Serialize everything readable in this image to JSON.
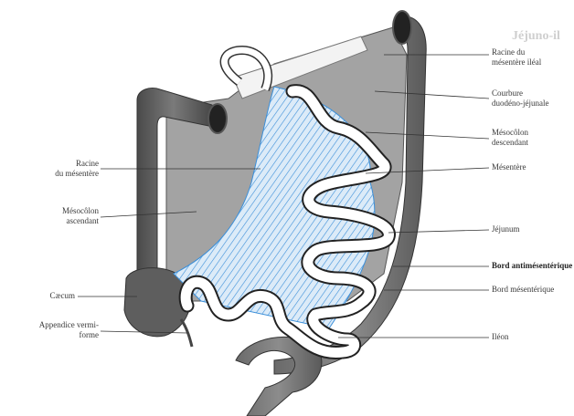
{
  "title_fragment": "Jéjuno-il",
  "labels_right": [
    {
      "key": "racine_top",
      "lines": [
        "Racine du",
        "mésentère iléal"
      ]
    },
    {
      "key": "courbure",
      "lines": [
        "Courbure",
        "duodéno-jéjunale"
      ]
    },
    {
      "key": "meso_desc",
      "lines": [
        "Mésocôlon",
        "descendant"
      ]
    },
    {
      "key": "mesentere",
      "lines": [
        "Mésentère"
      ]
    },
    {
      "key": "jejunum",
      "lines": [
        "Jéjunum"
      ]
    },
    {
      "key": "bord_anti",
      "lines": [
        "Bord antimésentérique"
      ]
    },
    {
      "key": "bord_mes",
      "lines": [
        "Bord mésentérique"
      ]
    },
    {
      "key": "ileon",
      "lines": [
        "Iléon"
      ]
    }
  ],
  "labels_left": [
    {
      "key": "racine_mes",
      "lines": [
        "Racine",
        "du mésentère"
      ]
    },
    {
      "key": "meso_asc",
      "lines": [
        "Mésocôlon",
        "ascendant"
      ]
    },
    {
      "key": "caecum",
      "lines": [
        "Cæcum"
      ]
    },
    {
      "key": "appendice",
      "lines": [
        "Appendice vermi-",
        "forme"
      ]
    }
  ],
  "colors": {
    "peritoneum": "#9a9a9a",
    "colon": "#5f5f5f",
    "colon_dark": "#3c3c3c",
    "mesentery_vessels": "#3b8fd9",
    "mesentery_fill": "#cfe4f6",
    "intestine": "#ffffff",
    "leader": "#333333"
  }
}
